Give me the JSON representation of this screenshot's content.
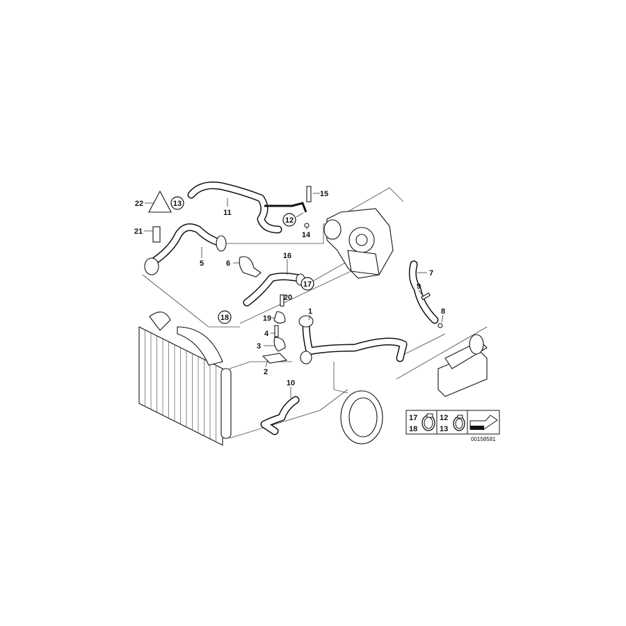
{
  "diagram": {
    "part_labels": [
      {
        "id": "1",
        "text": "1",
        "circled": false
      },
      {
        "id": "2",
        "text": "2",
        "circled": false
      },
      {
        "id": "3",
        "text": "3",
        "circled": false
      },
      {
        "id": "4",
        "text": "4",
        "circled": false
      },
      {
        "id": "5",
        "text": "5",
        "circled": false
      },
      {
        "id": "6",
        "text": "6",
        "circled": false
      },
      {
        "id": "7",
        "text": "7",
        "circled": false
      },
      {
        "id": "8",
        "text": "8",
        "circled": false
      },
      {
        "id": "9",
        "text": "9",
        "circled": false
      },
      {
        "id": "10",
        "text": "10",
        "circled": false
      },
      {
        "id": "11",
        "text": "11",
        "circled": false
      },
      {
        "id": "12",
        "text": "12",
        "circled": true
      },
      {
        "id": "13",
        "text": "13",
        "circled": true
      },
      {
        "id": "14",
        "text": "14",
        "circled": false
      },
      {
        "id": "15",
        "text": "15",
        "circled": false
      },
      {
        "id": "16",
        "text": "16",
        "circled": false
      },
      {
        "id": "17",
        "text": "17",
        "circled": true
      },
      {
        "id": "18",
        "text": "18",
        "circled": true
      },
      {
        "id": "19",
        "text": "19",
        "circled": false
      },
      {
        "id": "20",
        "text": "20",
        "circled": false
      },
      {
        "id": "21",
        "text": "21",
        "circled": false
      },
      {
        "id": "22",
        "text": "22",
        "circled": false
      }
    ],
    "legend": {
      "clamp_a": {
        "top": "17",
        "bottom": "18"
      },
      "clamp_b": {
        "top": "12",
        "bottom": "13"
      },
      "icon": "arrow-shim-icon"
    },
    "diagram_number": "00158581"
  }
}
